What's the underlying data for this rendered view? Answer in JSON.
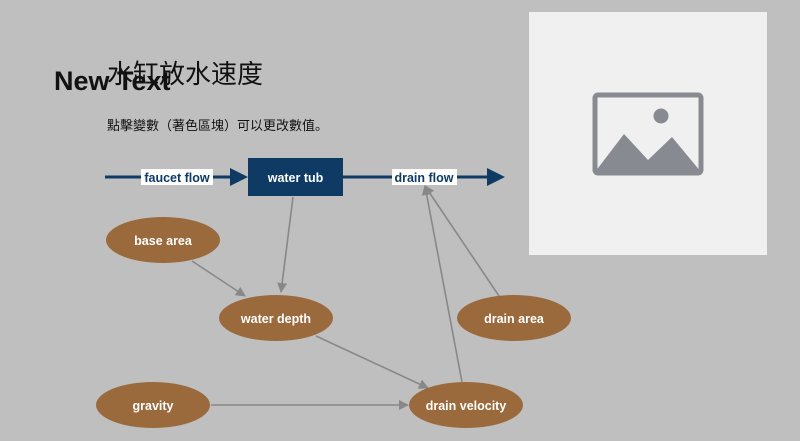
{
  "header": {
    "overlay_text": "New Text",
    "title": "水缸放水速度",
    "subtitle": "點擊變數（著色區塊）可以更改數值。"
  },
  "diagram": {
    "stock": {
      "label": "water tub"
    },
    "flows": {
      "faucet": "faucet flow",
      "drain": "drain flow"
    },
    "variables": {
      "base_area": "base area",
      "water_depth": "water depth",
      "drain_area": "drain area",
      "gravity": "gravity",
      "drain_velocity": "drain velocity"
    }
  },
  "image_placeholder": {
    "icon": "image-icon"
  },
  "colors": {
    "background": "#bfbfbf",
    "stock": "#0e3a64",
    "variable": "#9a6a3c",
    "arrow": "#888888",
    "placeholder_bg": "#f0f0f0",
    "placeholder_icon": "#878b91"
  }
}
